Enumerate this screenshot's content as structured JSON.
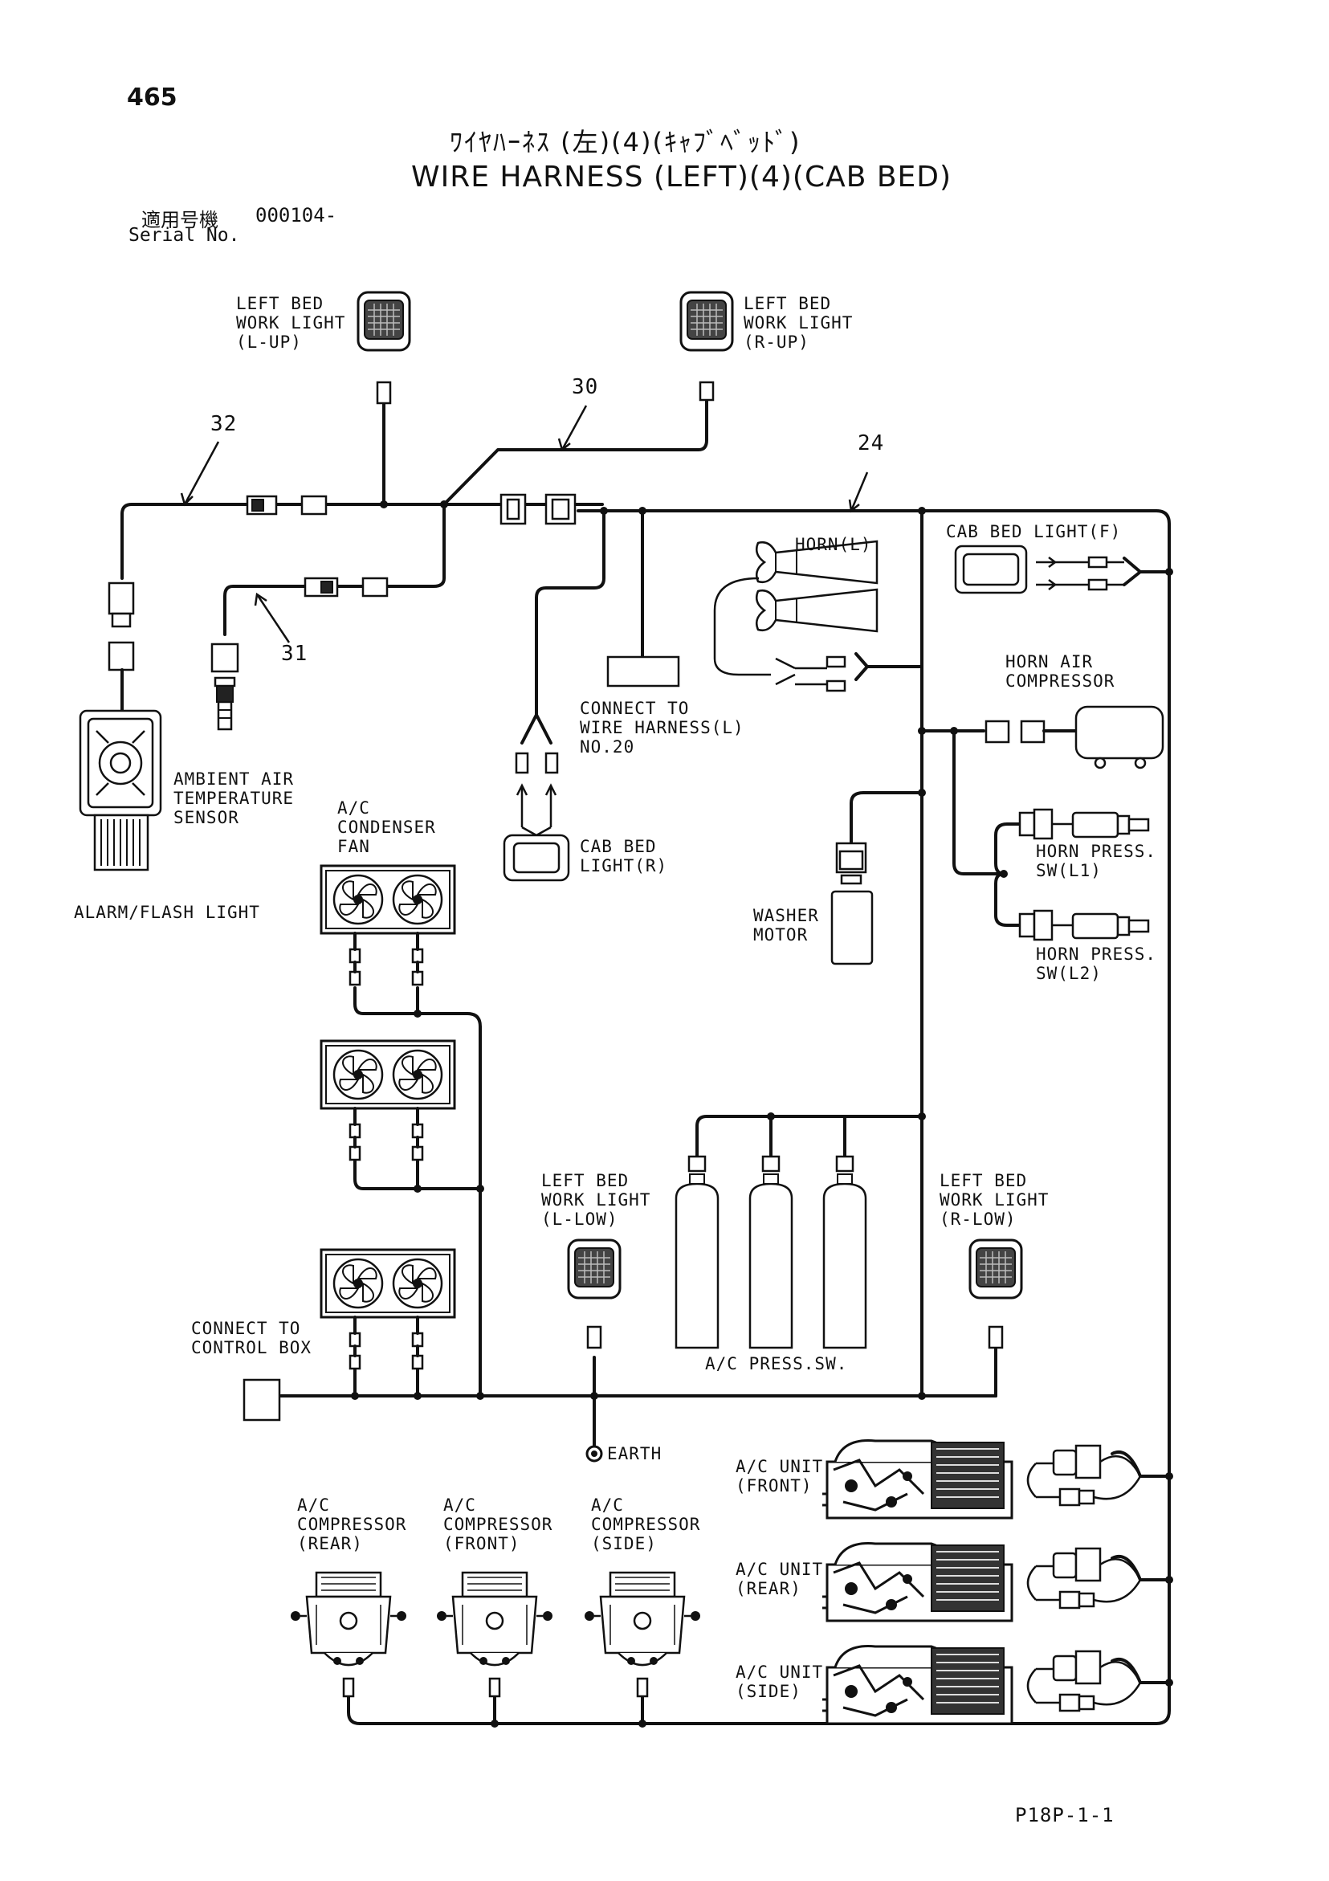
{
  "page_number": "465",
  "title_jp": "ﾜｲﾔﾊｰﾈｽ (左)(4)(ｷｬﾌﾞﾍﾞｯﾄﾞ)",
  "title_en": "WIRE HARNESS (LEFT)(4)(CAB BED)",
  "serial": {
    "label_jp": "適用号機",
    "value": "000104-",
    "label_en": "Serial No."
  },
  "callouts": {
    "c24": "24",
    "c30": "30",
    "c31": "31",
    "c32": "32"
  },
  "labels": {
    "left_bed_work_light_lup": "LEFT BED\nWORK LIGHT\n(L-UP)",
    "left_bed_work_light_rup": "LEFT BED\nWORK LIGHT\n(R-UP)",
    "horn_l": "HORN(L)",
    "cab_bed_light_f": "CAB BED LIGHT(F)",
    "horn_air_compressor": "HORN AIR\nCOMPRESSOR",
    "connect_wire_harness": "CONNECT TO\nWIRE HARNESS(L)\nNO.20",
    "ambient_sensor": "AMBIENT AIR\nTEMPERATURE\nSENSOR",
    "cab_bed_light_r": "CAB BED\nLIGHT(R)",
    "horn_press_sw_l1": "HORN PRESS.\nSW(L1)",
    "horn_press_sw_l2": "HORN PRESS.\nSW(L2)",
    "ac_condenser_fan": "A/C\nCONDENSER\nFAN",
    "alarm_flash_light": "ALARM/FLASH LIGHT",
    "washer_motor": "WASHER\nMOTOR",
    "left_bed_work_light_llow": "LEFT BED\nWORK LIGHT\n(L-LOW)",
    "left_bed_work_light_rlow": "LEFT BED\nWORK LIGHT\n(R-LOW)",
    "connect_control_box": "CONNECT TO\nCONTROL BOX",
    "ac_press_sw": "A/C PRESS.SW.",
    "earth": "EARTH",
    "ac_unit_front": "A/C UNIT\n(FRONT)",
    "ac_unit_rear": "A/C UNIT\n(REAR)",
    "ac_unit_side": "A/C UNIT\n(SIDE)",
    "ac_compressor_rear": "A/C\nCOMPRESSOR\n(REAR)",
    "ac_compressor_front": "A/C\nCOMPRESSOR\n(FRONT)",
    "ac_compressor_side": "A/C\nCOMPRESSOR\n(SIDE)"
  },
  "footer_code": "P18P-1-1"
}
